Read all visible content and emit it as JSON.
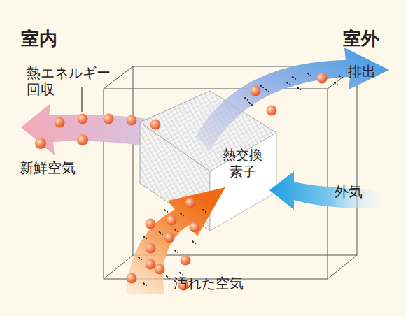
{
  "diagram": {
    "nodes": [
      {
        "text": [
          "熱交換 素子"
        ]
      }
    ],
    "labels": [
      "室内",
      "室外",
      "熱エネルギー 回収",
      "新鮮空気",
      "排出",
      "外気",
      "汚れた空気"
    ]
  }
}
